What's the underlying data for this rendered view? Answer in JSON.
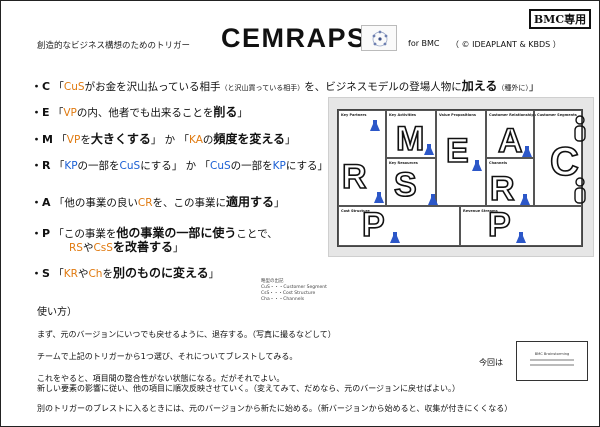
{
  "header": {
    "badge": "BMC専用",
    "subtitle": "創造的なビジネス構想のためのトリガー",
    "title": "CEMRAPS",
    "for": "for BMC",
    "copyright": "（ © IDEAPLANT & KBDS ）"
  },
  "rules": {
    "c": {
      "letter": "・C",
      "open": "「",
      "cs": "CuS",
      "t1": "がお金を沢山払っている相手",
      "note": "（と沢山買っている相手）",
      "t2": "を、ビジネスモデルの登場人物に",
      "bold": "加える",
      "note2": "（種外に）",
      "close": "」"
    },
    "e": {
      "letter": "・E",
      "open": "「",
      "vp": "VP",
      "t1": "の内、他者でも出来ることを",
      "bold": "削る",
      "close": "」"
    },
    "m": {
      "letter": "・M",
      "open1": "「",
      "vp": "VP",
      "t1": "を",
      "bold1": "大きくする",
      "close1": "」",
      "or": "か",
      "open2": "「",
      "ka": "KA",
      "t2": "の",
      "bold2": "頻度を変える",
      "close2": "」"
    },
    "r": {
      "letter": "・R",
      "open1": "「",
      "kp1": "KP",
      "t1": "の一部を",
      "cs1": "CuS",
      "t2": "にする",
      "close1": "」",
      "or": "か",
      "open2": "「",
      "cs2": "CuS",
      "t3": "の一部を",
      "kp2": "KP",
      "t4": "にする",
      "close2": "」"
    },
    "a": {
      "letter": "・A",
      "open": "「",
      "t1": "他の事業の良い",
      "cr": "CR",
      "t2": "を、この事業に",
      "bold": "適用する",
      "close": "」"
    },
    "p": {
      "letter": "・P",
      "open": "「",
      "t1": "この事業を",
      "bold": "他の事業の一部に使う",
      "t2": "ことで、",
      "rs": "RS",
      "t3": "や",
      "cs": "CsS",
      "bold2": "を改善する",
      "close": "」"
    },
    "s": {
      "letter": "・S",
      "open": "「",
      "kr": "KR",
      "t1": "や",
      "ch": "Ch",
      "t2": "を",
      "bold": "別のものに変える",
      "close": "」"
    }
  },
  "legend": {
    "title": "略型の出記",
    "l1": "CuS・・・Customer Segment",
    "l2": "CsS・・・Cost Structure",
    "l3": "Cha・・・Channels"
  },
  "bmc": {
    "cells": {
      "kp": "Key Partners",
      "ka": "Key Activities",
      "vp": "Value Propositions",
      "cr": "Customer Relationships",
      "cs": "Customer Segments",
      "kr": "Key Resources",
      "ch": "Channels",
      "cost": "Cost Structure",
      "rev": "Revenue Streams"
    },
    "letters": {
      "m": "M",
      "e": "E",
      "a": "A",
      "r1": "R",
      "s": "S",
      "r2": "R",
      "p1": "P",
      "p2": "P",
      "c": "C"
    }
  },
  "usage": {
    "title": "使い方）",
    "l1": "まず、元のバージョンにいつでも戻せるように、退存する。（写真に撮るなどして）",
    "l2": "チームで上記のトリガーから1つ選び、それについてブレストしてみる。",
    "l3": "これをやると、項目間の整合性がない状態になる。だがそれでよい。",
    "l4": "新しい要素の影響に従い、他の項目に順次反映させていく。（変えてみて、だめなら、元のバージョンに戻せばよい。）",
    "l5": "別のトリガーのブレストに入るときには、元のバージョンから新たに始める。（新バージョンから始めると、収集が付きにくくなる）"
  },
  "now": {
    "label": "今回は",
    "thumb_title": "BMC Brainstorming"
  }
}
